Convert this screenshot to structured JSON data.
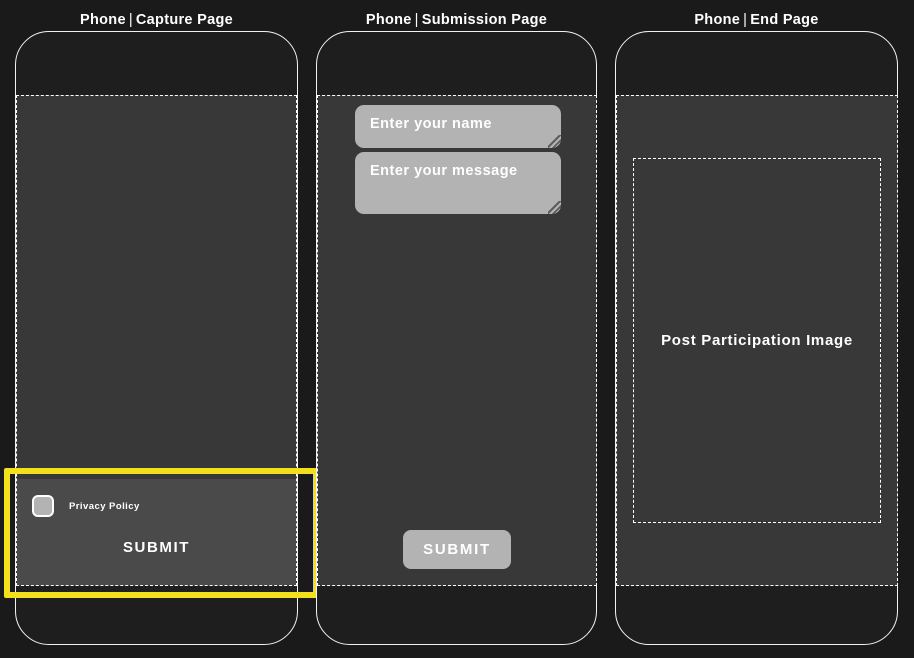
{
  "page": {
    "background_color": "#1a1a1a",
    "screen_color": "#383838",
    "frame_color": "#f2f2f2",
    "highlight_color": "#f2e01c",
    "control_color": "#b3b3b3"
  },
  "phones": [
    {
      "title_prefix": "Phone",
      "title_separator": "|",
      "title_name": "Capture Page",
      "privacy": {
        "checkbox_checked": false,
        "label": "Privacy Policy"
      },
      "submit_label": "SUBMIT",
      "highlighted": true
    },
    {
      "title_prefix": "Phone",
      "title_separator": "|",
      "title_name": "Submission Page",
      "fields": [
        {
          "placeholder": "Enter your name",
          "value": ""
        },
        {
          "placeholder": "Enter your message",
          "value": ""
        }
      ],
      "submit_label": "SUBMIT",
      "highlighted": false
    },
    {
      "title_prefix": "Phone",
      "title_separator": "|",
      "title_name": "End Page",
      "image_placeholder_label": "Post Participation Image",
      "highlighted": false
    }
  ]
}
